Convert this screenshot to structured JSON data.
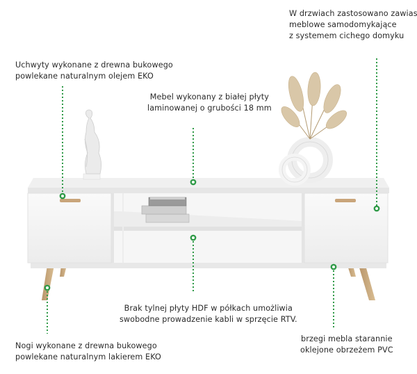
{
  "colors": {
    "accent_green": "#2f9a47",
    "cabinet_white": "#f4f4f4",
    "wood": "#c8a878"
  },
  "annotations": {
    "hinges": {
      "line1": "W drzwiach zastosowano zawiasy",
      "line2": "meblowe samodomykające",
      "line3": "z systemem cichego domyku"
    },
    "handles": {
      "line1": "Uchwyty wykonane z drewna bukowego",
      "line2": "powlekane naturalnym olejem EKO"
    },
    "board": {
      "line1": "Mebel wykonany z białej płyty",
      "line2": "laminowanej o grubości 18 mm"
    },
    "back_panel": {
      "line1": "Brak tylnej płyty HDF w półkach umożliwia",
      "line2": "swobodne prowadzenie kabli w sprzęcie RTV."
    },
    "legs": {
      "line1": "Nogi wykonane z drewna bukowego",
      "line2": "powlekane naturalnym lakierem EKO"
    },
    "edges": {
      "line1": "brzegi mebla starannie",
      "line2": "oklejone obrzeżem PVC"
    }
  }
}
